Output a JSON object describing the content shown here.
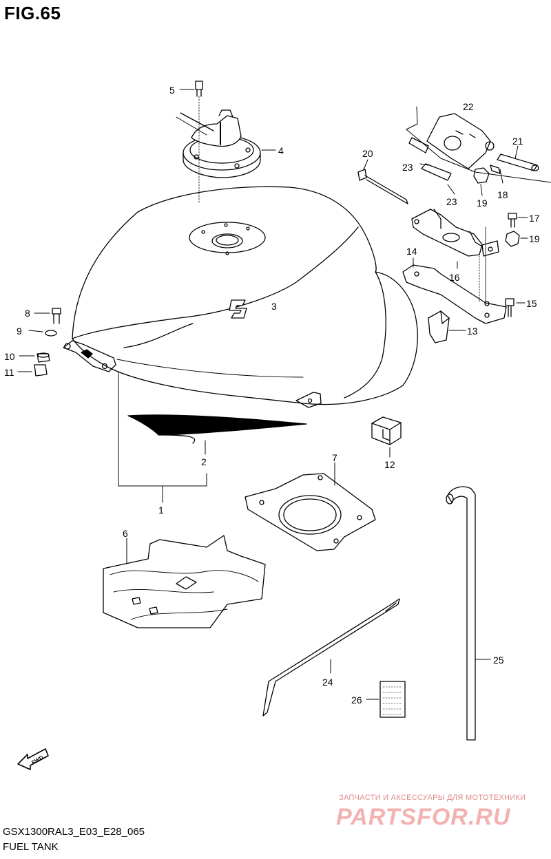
{
  "figure": {
    "title": "FIG.65",
    "model_code": "GSX1300RAL3_E03_E28_065",
    "caption": "FUEL TANK",
    "direction_label": "FWD"
  },
  "watermark": {
    "tagline": "ЗАПЧАСТИ И АКСЕССУАРЫ ДЛЯ МОТОТЕХНИКИ",
    "logo": "PARTSFOR.RU"
  },
  "callouts": [
    "1",
    "2",
    "3",
    "4",
    "5",
    "6",
    "7",
    "8",
    "9",
    "10",
    "11",
    "12",
    "13",
    "14",
    "15",
    "16",
    "17",
    "18",
    "19",
    "19",
    "20",
    "21",
    "22",
    "23",
    "23",
    "24",
    "25",
    "26"
  ],
  "colors": {
    "ink": "#000000",
    "watermark": "#e08a8a"
  }
}
